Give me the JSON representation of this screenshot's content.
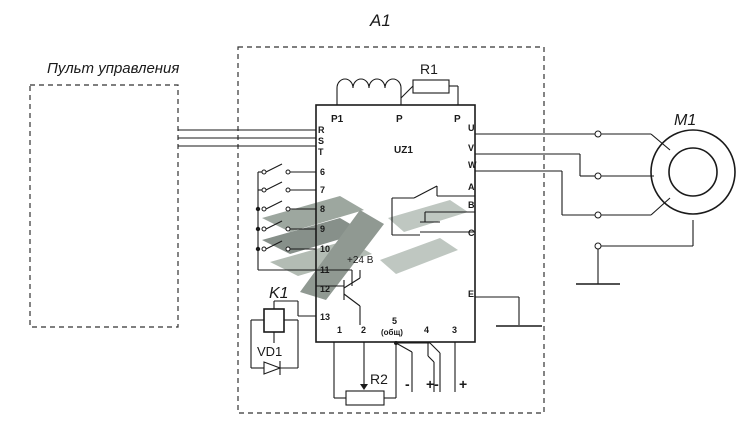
{
  "labels": {
    "block_a1": "A1",
    "remote_panel": "Пульт управления",
    "converter": "UZ1",
    "motor": "M1",
    "relay": "K1",
    "diode": "VD1",
    "resistor_r1": "R1",
    "resistor_r2": "R2",
    "supply_24v": "+24 В"
  },
  "terminals": {
    "p1": "P1",
    "p_mid": "P",
    "p_right": "P",
    "r": "R",
    "s": "S",
    "t": "T",
    "u": "U",
    "v": "V",
    "w": "W",
    "a": "A",
    "b": "B",
    "c": "C",
    "e": "E",
    "t6": "6",
    "t7": "7",
    "t8": "8",
    "t9": "9",
    "t10": "10",
    "t11": "11",
    "t12": "12",
    "t13": "13",
    "b1": "1",
    "b2": "2",
    "b5": "5",
    "b_common": "(общ)",
    "b4": "4",
    "b3": "3"
  },
  "signs": {
    "minus": "-",
    "plus_minus": "+-",
    "plus": "+"
  },
  "colors": {
    "line": "#1a1a1a",
    "watermark_dark": "#5f6b63",
    "watermark_light": "#aab5ad"
  }
}
